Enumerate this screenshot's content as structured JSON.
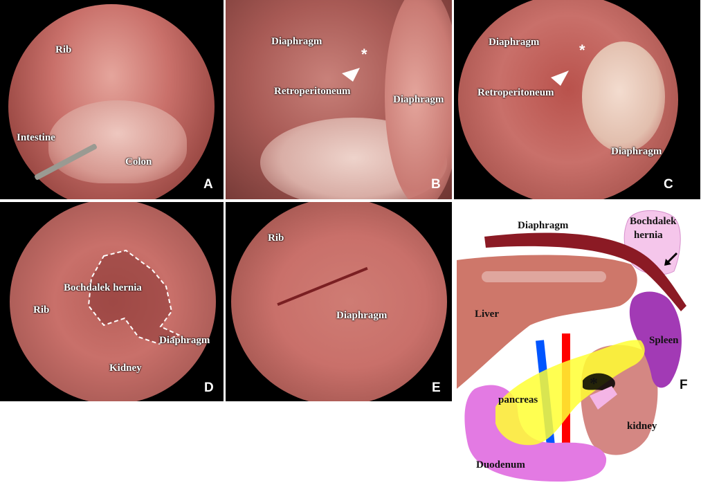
{
  "panels": {
    "a": {
      "letter": "A",
      "labels": {
        "rib": "Rib",
        "intestine": "Intestine",
        "colon": "Colon"
      }
    },
    "b": {
      "letter": "B",
      "labels": {
        "diaphragm_top": "Diaphragm",
        "asterisk": "*",
        "retroperitoneum": "Retroperitoneum",
        "diaphragm_right": "Diaphragm"
      }
    },
    "c": {
      "letter": "C",
      "labels": {
        "diaphragm_top": "Diaphragm",
        "asterisk": "*",
        "retroperitoneum": "Retroperitoneum",
        "diaphragm_bottom": "Diaphragm"
      }
    },
    "d": {
      "letter": "D",
      "labels": {
        "bochdalek": "Bochdalek hernia",
        "rib": "Rib",
        "diaphragm": "Diaphragm",
        "kidney": "Kidney"
      }
    },
    "e": {
      "letter": "E",
      "labels": {
        "rib": "Rib",
        "diaphragm": "Diaphragm"
      }
    },
    "f": {
      "letter": "F",
      "labels": {
        "diaphragm": "Diaphragm",
        "bochdalek_line1": "Bochdalek",
        "bochdalek_line2": "hernia",
        "liver": "Liver",
        "spleen": "Spleen",
        "pancreas": "pancreas",
        "asterisk": "*",
        "kidney": "kidney",
        "duodenum": "Duodenum"
      }
    }
  },
  "colors": {
    "tissue": "#c9706a",
    "diaphragm_band": "#8b1a24",
    "liver": "#c9685a",
    "spleen": "#a23ab5",
    "pancreas": "#ffff33",
    "duodenum": "#e37ae3",
    "kidney": "#cf7a76",
    "artery": "#ff0000",
    "vein": "#0055ff"
  }
}
